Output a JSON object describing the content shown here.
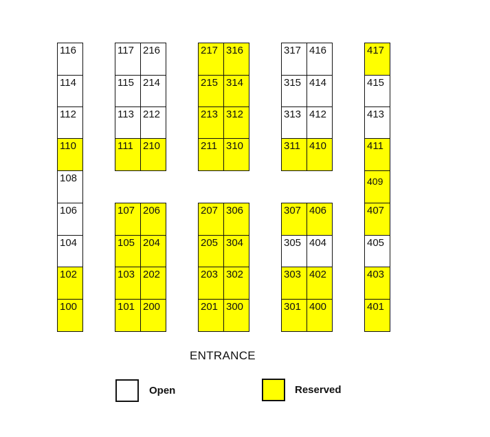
{
  "colors": {
    "open": "#ffffff",
    "reserved": "#ffff00",
    "border": "#111111"
  },
  "booths": [
    {
      "id": "116",
      "status": "open"
    },
    {
      "id": "114",
      "status": "open"
    },
    {
      "id": "112",
      "status": "open"
    },
    {
      "id": "110",
      "status": "reserved"
    },
    {
      "id": "108",
      "status": "open"
    },
    {
      "id": "106",
      "status": "open"
    },
    {
      "id": "104",
      "status": "open"
    },
    {
      "id": "102",
      "status": "reserved"
    },
    {
      "id": "100",
      "status": "reserved"
    },
    {
      "id": "117",
      "status": "open"
    },
    {
      "id": "216",
      "status": "open"
    },
    {
      "id": "115",
      "status": "open"
    },
    {
      "id": "214",
      "status": "open"
    },
    {
      "id": "113",
      "status": "open"
    },
    {
      "id": "212",
      "status": "open"
    },
    {
      "id": "111",
      "status": "reserved"
    },
    {
      "id": "210",
      "status": "reserved"
    },
    {
      "id": "107",
      "status": "reserved"
    },
    {
      "id": "206",
      "status": "reserved"
    },
    {
      "id": "105",
      "status": "reserved"
    },
    {
      "id": "204",
      "status": "reserved"
    },
    {
      "id": "103",
      "status": "reserved"
    },
    {
      "id": "202",
      "status": "reserved"
    },
    {
      "id": "101",
      "status": "reserved"
    },
    {
      "id": "200",
      "status": "reserved"
    },
    {
      "id": "217",
      "status": "reserved"
    },
    {
      "id": "316",
      "status": "reserved"
    },
    {
      "id": "215",
      "status": "reserved"
    },
    {
      "id": "314",
      "status": "reserved"
    },
    {
      "id": "213",
      "status": "reserved"
    },
    {
      "id": "312",
      "status": "reserved"
    },
    {
      "id": "211",
      "status": "reserved"
    },
    {
      "id": "310",
      "status": "reserved"
    },
    {
      "id": "207",
      "status": "reserved"
    },
    {
      "id": "306",
      "status": "reserved"
    },
    {
      "id": "205",
      "status": "reserved"
    },
    {
      "id": "304",
      "status": "reserved"
    },
    {
      "id": "203",
      "status": "reserved"
    },
    {
      "id": "302",
      "status": "reserved"
    },
    {
      "id": "201",
      "status": "reserved"
    },
    {
      "id": "300",
      "status": "reserved"
    },
    {
      "id": "317",
      "status": "open"
    },
    {
      "id": "416",
      "status": "open"
    },
    {
      "id": "315",
      "status": "open"
    },
    {
      "id": "414",
      "status": "open"
    },
    {
      "id": "313",
      "status": "open"
    },
    {
      "id": "412",
      "status": "open"
    },
    {
      "id": "311",
      "status": "reserved"
    },
    {
      "id": "410",
      "status": "reserved"
    },
    {
      "id": "307",
      "status": "reserved"
    },
    {
      "id": "406",
      "status": "reserved"
    },
    {
      "id": "305",
      "status": "open"
    },
    {
      "id": "404",
      "status": "open"
    },
    {
      "id": "303",
      "status": "reserved"
    },
    {
      "id": "402",
      "status": "reserved"
    },
    {
      "id": "301",
      "status": "reserved"
    },
    {
      "id": "400",
      "status": "reserved"
    },
    {
      "id": "417",
      "status": "reserved"
    },
    {
      "id": "415",
      "status": "open"
    },
    {
      "id": "413",
      "status": "open"
    },
    {
      "id": "411",
      "status": "reserved"
    },
    {
      "id": "409",
      "status": "reserved"
    },
    {
      "id": "407",
      "status": "reserved"
    },
    {
      "id": "405",
      "status": "open"
    },
    {
      "id": "403",
      "status": "reserved"
    },
    {
      "id": "401",
      "status": "reserved"
    }
  ],
  "entrance_label": "ENTRANCE",
  "legend": {
    "open_label": "Open",
    "reserved_label": "Reserved"
  }
}
